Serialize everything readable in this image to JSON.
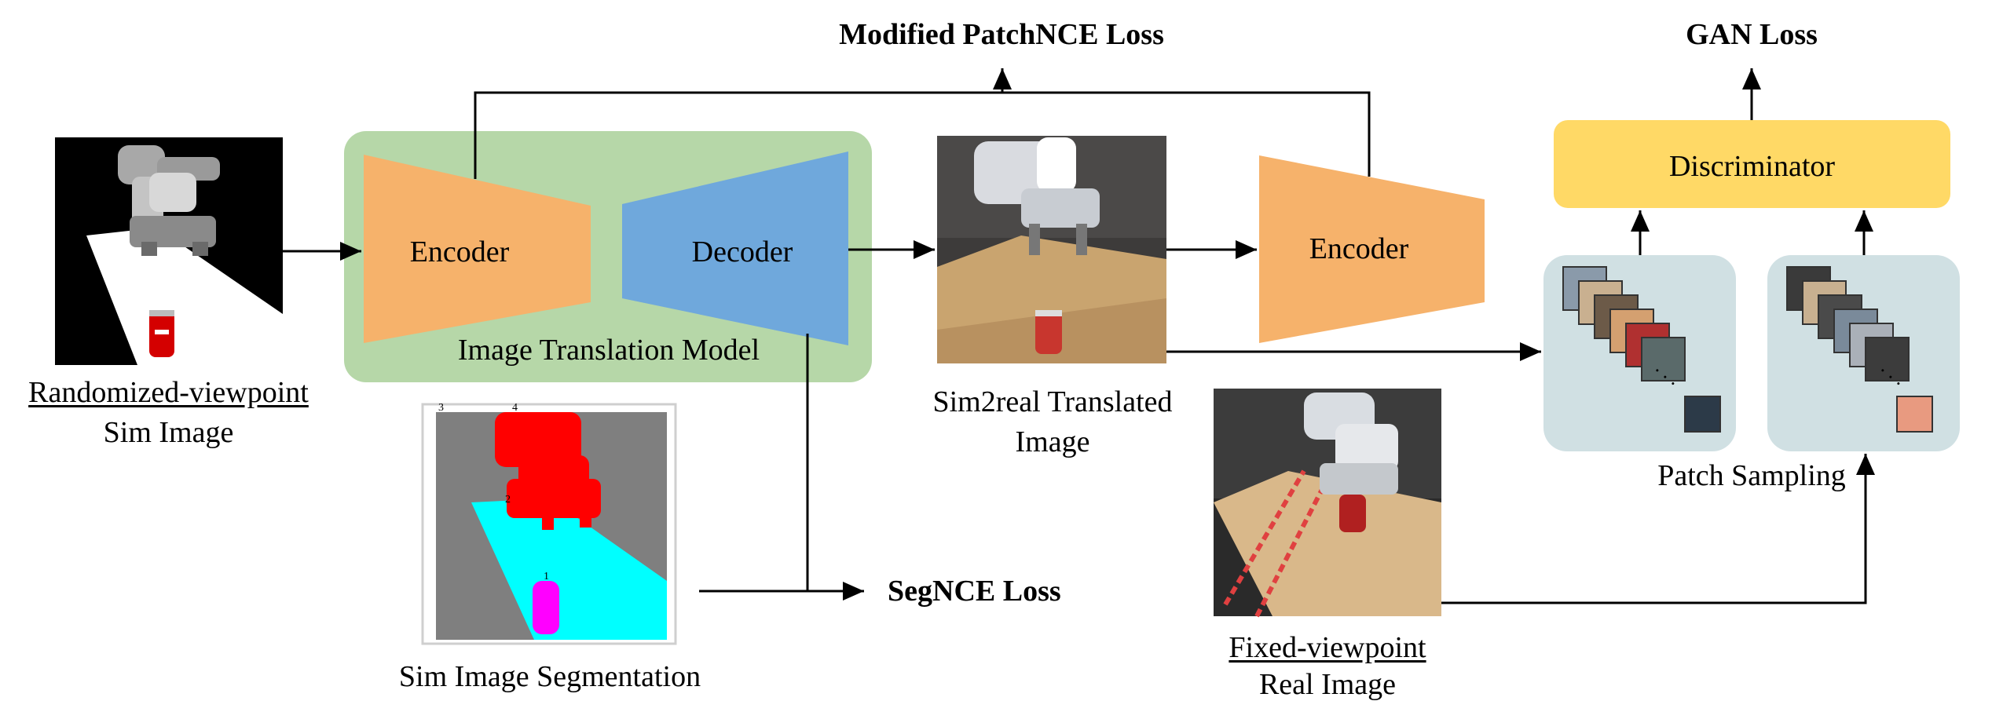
{
  "sim_image": {
    "caption_underlined": "Randomized-viewpoint",
    "caption": "Sim Image"
  },
  "translation_model": {
    "encoder_label": "Encoder",
    "decoder_label": "Decoder",
    "model_label": "Image Translation Model"
  },
  "segmentation": {
    "caption": "Sim Image Segmentation",
    "marks": [
      "3",
      "4",
      "2",
      "1"
    ]
  },
  "translated_image": {
    "caption_line1": "Sim2real Translated",
    "caption_line2": "Image"
  },
  "second_encoder": {
    "label": "Encoder"
  },
  "real_image": {
    "caption_underlined": "Fixed-viewpoint",
    "caption": "Real Image"
  },
  "losses": {
    "patchnce": "Modified PatchNCE Loss",
    "segnce": "SegNCE Loss",
    "gan": "GAN Loss"
  },
  "discriminator": {
    "label": "Discriminator"
  },
  "patch_sampling": {
    "label": "Patch Sampling",
    "ellipsis": ". . ."
  },
  "colors": {
    "model_bg": "#b6d7a8",
    "encoder": "#f6b26b",
    "decoder": "#6fa8dc",
    "discriminator": "#ffd966",
    "patch_box": "#d0e0e3",
    "seg_red": "#ff0000",
    "seg_cyan": "#00ffff",
    "seg_magenta": "#ff00ff"
  }
}
